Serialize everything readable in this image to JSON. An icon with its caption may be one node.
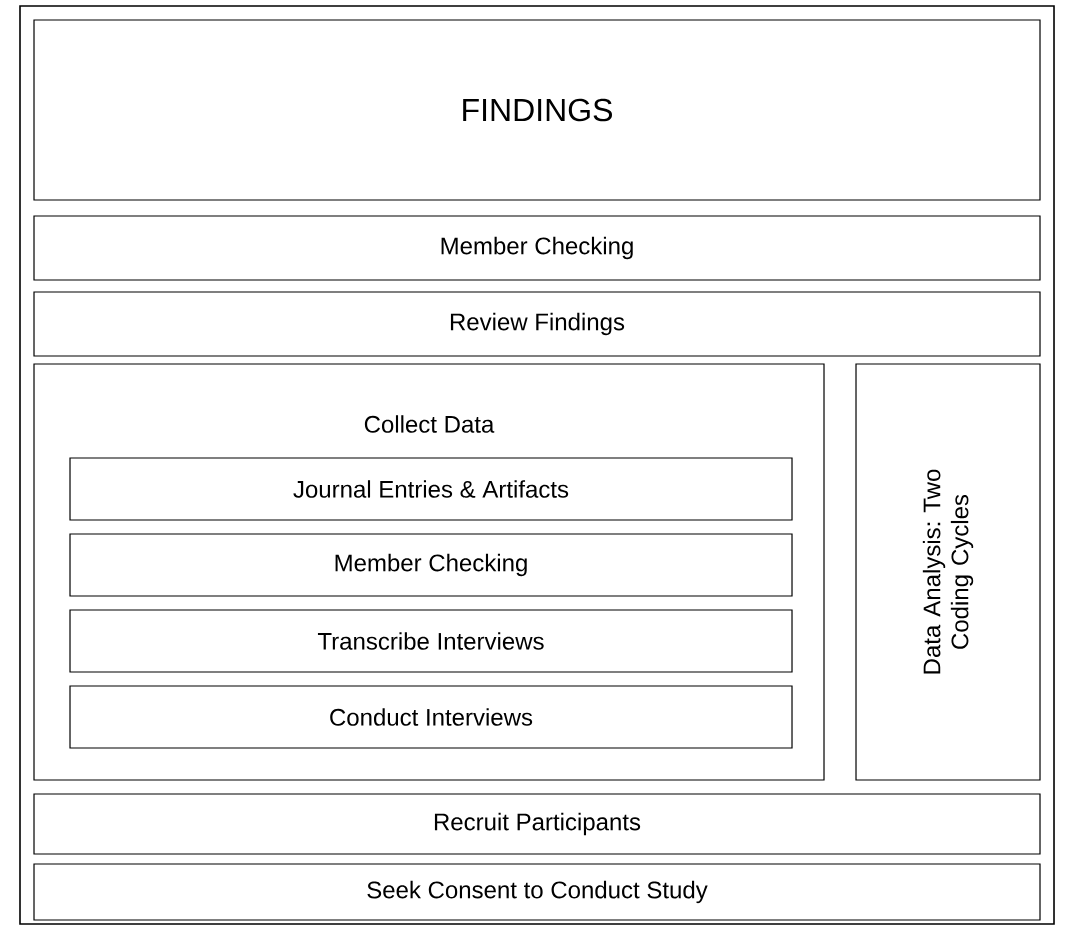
{
  "diagram": {
    "nodes": [
      {
        "text": [
          "FINDINGS"
        ]
      },
      {
        "text": [
          "Member Checking"
        ]
      },
      {
        "text": [
          "Review Findings"
        ]
      },
      {
        "text": [
          "Collect Data"
        ]
      },
      {
        "text": [
          "Journal Entries & Artifacts"
        ],
        "in": 3
      },
      {
        "text": [
          "Member Checking"
        ],
        "in": 3
      },
      {
        "text": [
          "Transcribe Interviews"
        ],
        "in": 3
      },
      {
        "text": [
          "Conduct Interviews"
        ],
        "in": 3
      },
      {
        "text": [
          "Data Analysis: Two Coding Cycles"
        ]
      },
      {
        "text": [
          "Recruit Participants"
        ]
      },
      {
        "text": [
          "Seek Consent to Conduct Study"
        ]
      }
    ]
  }
}
